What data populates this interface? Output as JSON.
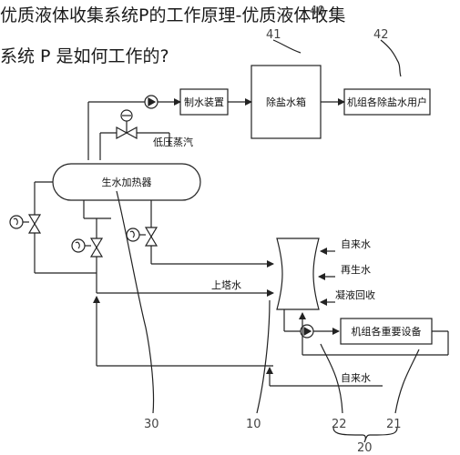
{
  "title": {
    "line1": "优质液体收集系统P的工作原理-优质液体收集",
    "line2": "系统 P 是如何工作的?"
  },
  "diagram": {
    "boxes": {
      "water_unit": "制水装置",
      "desalt_tank": "除盐水箱",
      "desalt_users": "机组各除盐水用户",
      "heater": "生水加热器",
      "equipment": "机组各重要设备"
    },
    "labels": {
      "low_pressure_steam": "低压蒸汽",
      "to_tower": "上塔水",
      "tap_water_1": "自来水",
      "recycled_water": "再生水",
      "condensate": "凝液回收",
      "tap_water_2": "自来水"
    },
    "callouts": {
      "n40": "40",
      "n41": "41",
      "n42": "42",
      "n30": "30",
      "n10": "10",
      "n22": "22",
      "n21": "21",
      "n20": "20"
    },
    "icons": [
      "pump-icon",
      "valve-icon",
      "control-valve-icon",
      "solenoid-valve-icon"
    ]
  }
}
